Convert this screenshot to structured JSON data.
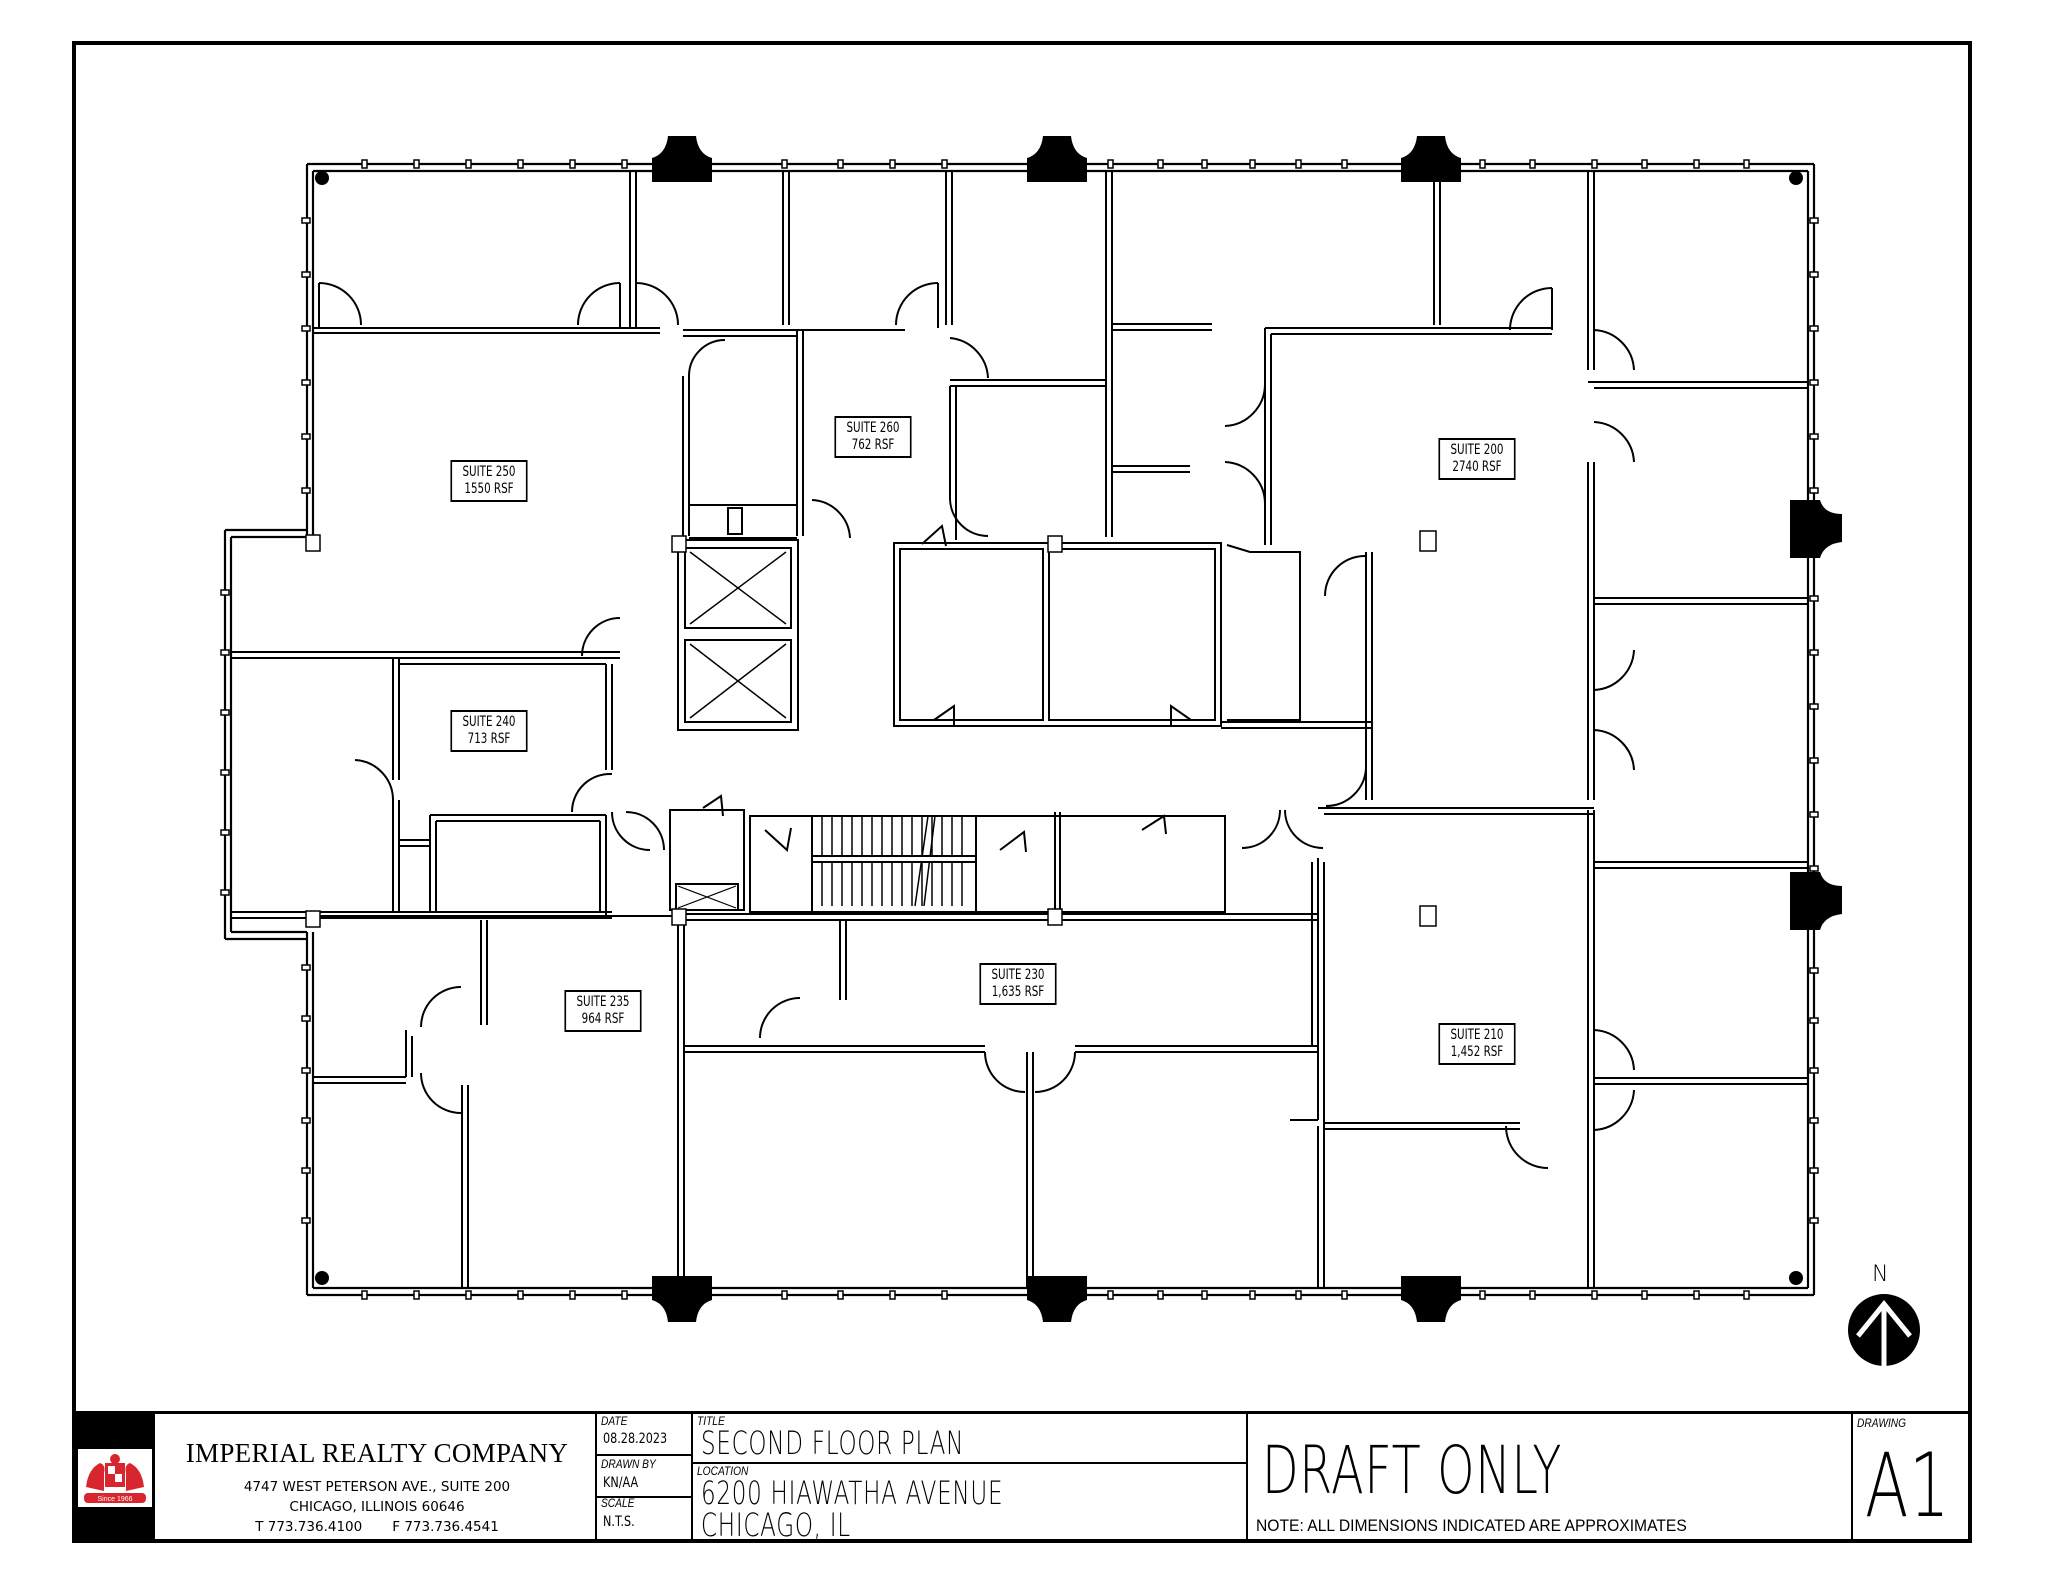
{
  "drawing": {
    "floor_plan": {
      "suites": [
        {
          "name": "SUITE 250",
          "area": "1550 RSF"
        },
        {
          "name": "SUITE 260",
          "area": "762 RSF"
        },
        {
          "name": "SUITE 200",
          "area": "2740 RSF"
        },
        {
          "name": "SUITE 240",
          "area": "713 RSF"
        },
        {
          "name": "SUITE 235",
          "area": "964 RSF"
        },
        {
          "name": "SUITE 230",
          "area": "1,635 RSF"
        },
        {
          "name": "SUITE 210",
          "area": "1,452 RSF"
        }
      ],
      "north_arrow_label": "N"
    },
    "title_block": {
      "company": {
        "name": "IMPERIAL REALTY COMPANY",
        "address_line1": "4747 WEST PETERSON AVE., SUITE 200",
        "address_line2": "CHICAGO, ILLINOIS 60646",
        "phone": "T 773.736.4100",
        "fax": "F 773.736.4541",
        "logo_caption": "Since 1966",
        "brand_color": "#d7262e"
      },
      "date_label": "DATE",
      "date": "08.28.2023",
      "drawn_by_label": "DRAWN BY",
      "drawn_by": "KN/AA",
      "scale_label": "SCALE",
      "scale": "N.T.S.",
      "title_label": "TITLE",
      "title": "SECOND FLOOR PLAN",
      "location_label": "LOCATION",
      "location_line1": "6200 HIAWATHA AVENUE",
      "location_line2": "CHICAGO, IL",
      "status": "DRAFT ONLY",
      "note": "NOTE: ALL DIMENSIONS INDICATED ARE APPROXIMATES",
      "drawing_label": "DRAWING",
      "drawing_number": "A1"
    }
  }
}
